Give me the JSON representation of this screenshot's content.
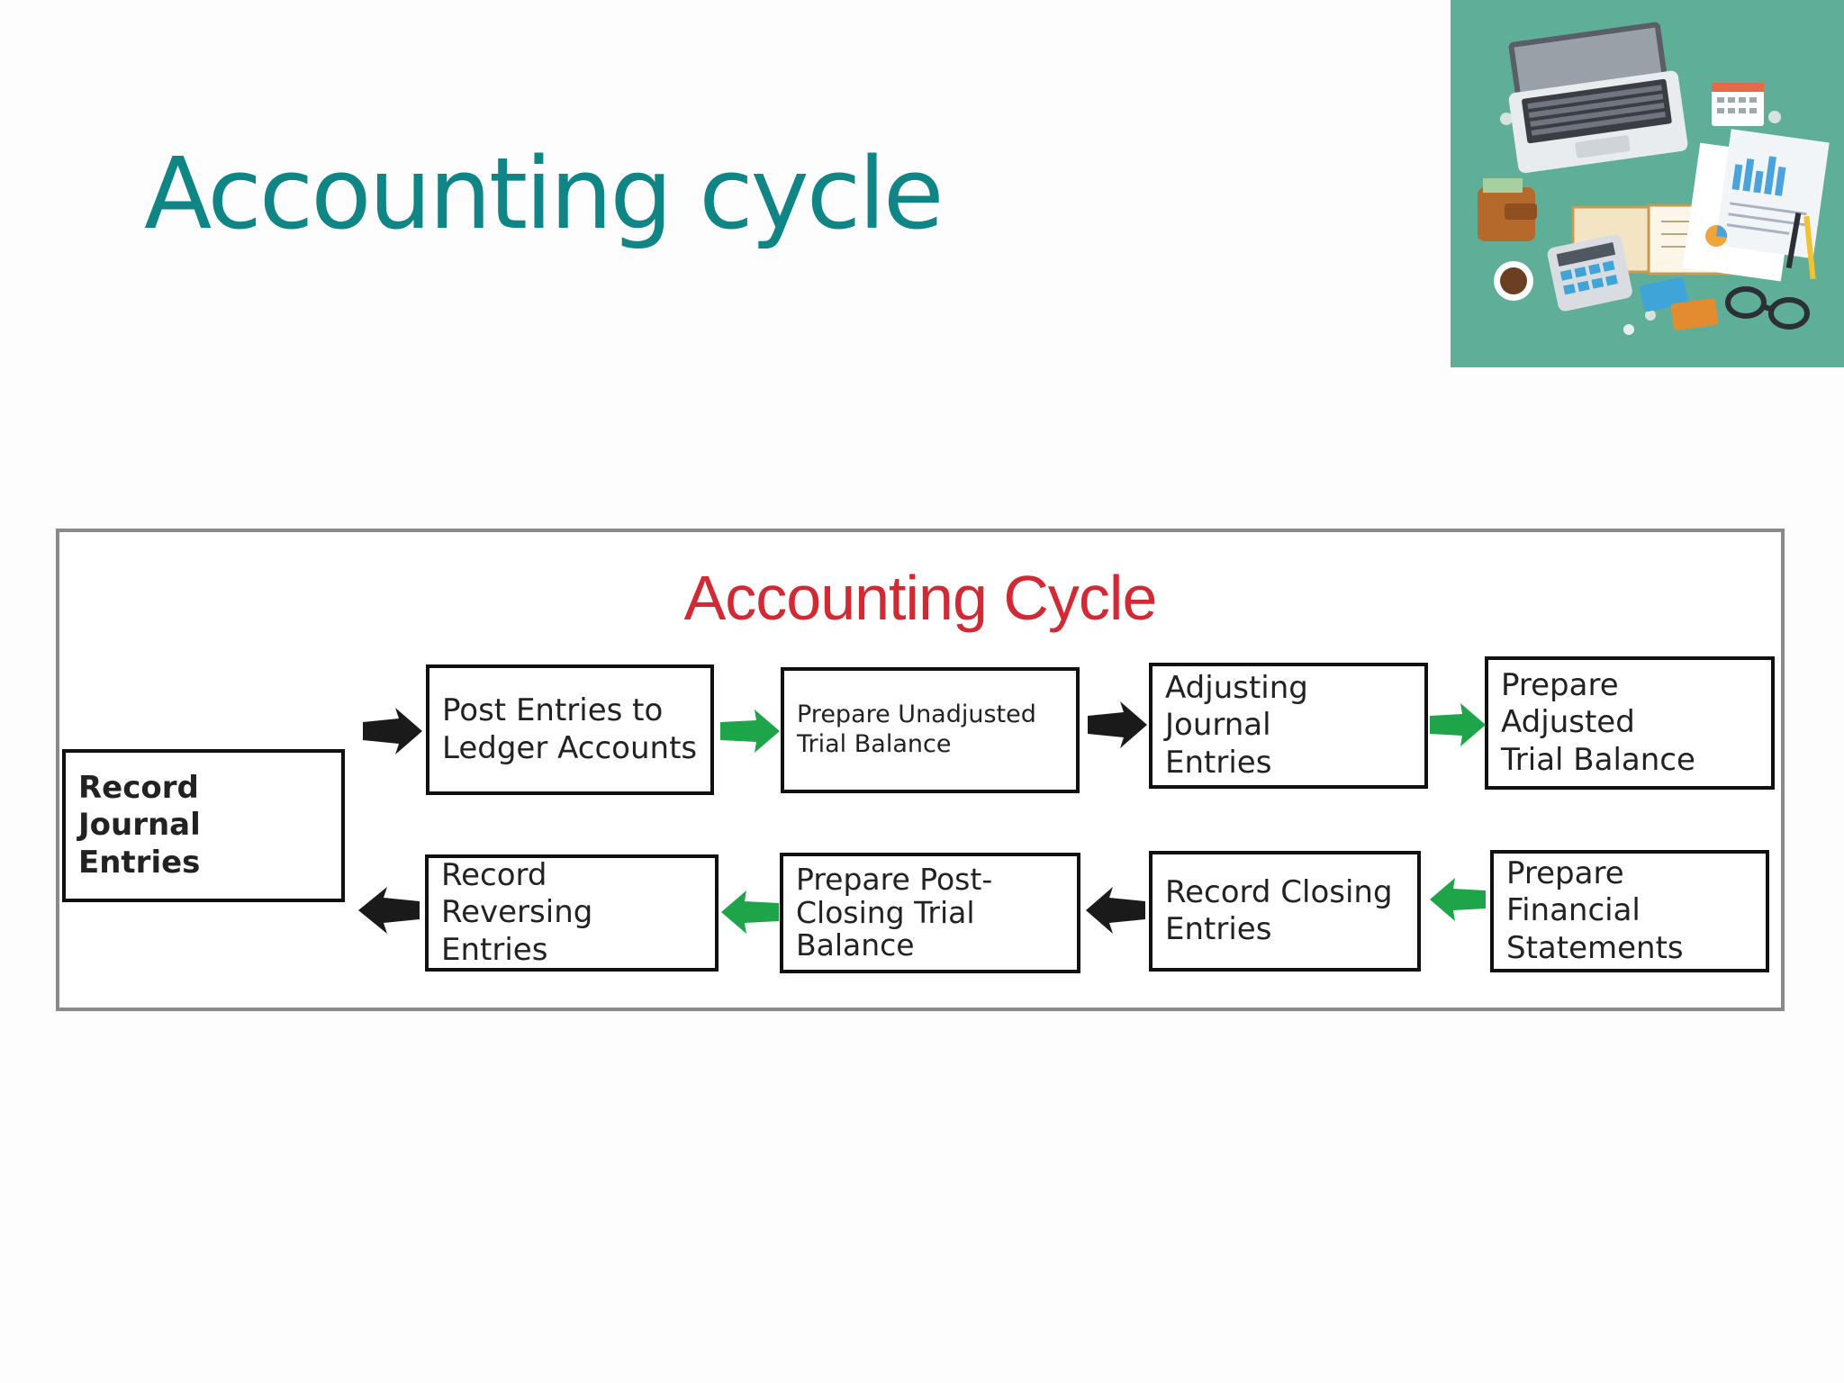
{
  "slide": {
    "title": "Accounting cycle"
  },
  "illustration": {
    "icon": "accounting-desk-illustration-icon",
    "background": "#5fae98"
  },
  "diagram": {
    "title": "Accounting Cycle",
    "colors": {
      "title": "#d12a35",
      "forward_arrow": "#1a1a1a",
      "green_arrow": "#1ea54a"
    },
    "steps": [
      {
        "id": "record-journal-entries",
        "label": "Record Journal\nEntries"
      },
      {
        "id": "post-entries-to-ledger-accounts",
        "label": "Post Entries to\nLedger Accounts"
      },
      {
        "id": "prepare-unadjusted-trial-balance",
        "label": "Prepare Unadjusted\nTrial Balance"
      },
      {
        "id": "adjusting-journal-entries",
        "label": "Adjusting Journal\nEntries"
      },
      {
        "id": "prepare-adjusted-trial-balance",
        "label": "Prepare Adjusted\nTrial Balance"
      },
      {
        "id": "prepare-financial-statements",
        "label": "Prepare Financial\nStatements"
      },
      {
        "id": "record-closing-entries",
        "label": "Record Closing\nEntries"
      },
      {
        "id": "prepare-post-closing-trial-balance",
        "label": "Prepare Post-\nClosing Trial\nBalance"
      },
      {
        "id": "record-reversing-entries",
        "label": "Record Reversing\nEntries"
      }
    ]
  }
}
